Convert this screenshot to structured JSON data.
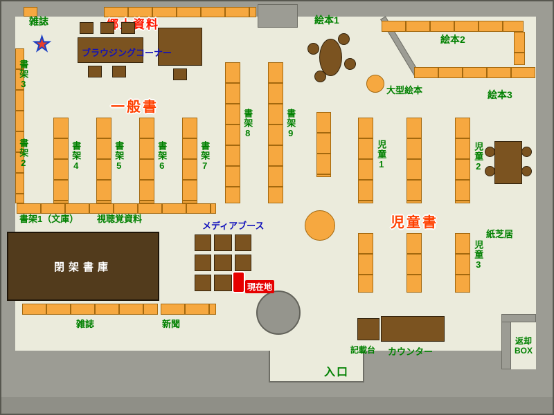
{
  "colors": {
    "floor": "#EBEBDC",
    "wall_gray": "#9c9c94",
    "shelf_orange": "#F6A840",
    "furniture_brown": "#7B5320",
    "closed_stack_brown": "#523B1C",
    "label_green": "#008000",
    "label_blue": "#1111bb",
    "label_red": "#ff1800",
    "area_red": "#ff4000",
    "marker_red": "#e60000"
  },
  "labels": {
    "magazine_top": "雑誌",
    "local_history": "郷土資料",
    "browsing_corner": "ブラウジングコーナー",
    "general_books": "一般書",
    "shelf3": "書架3",
    "shelf2": "書架2",
    "shelf4": "書架4",
    "shelf5": "書架5",
    "shelf6": "書架6",
    "shelf7": "書架7",
    "shelf8": "書架8",
    "shelf9": "書架9",
    "shelf1_bunko": "書架1（文庫）",
    "av_materials": "視聴覚資料",
    "closed_stacks": "閉架書庫",
    "magazine_bottom": "雑誌",
    "newspaper": "新聞",
    "media_booth": "メディアブース",
    "current_location": "現在地",
    "ehon1": "絵本1",
    "ehon2": "絵本2",
    "ehon3": "絵本3",
    "large_ehon": "大型絵本",
    "jido1": "児童1",
    "jido2": "児童2",
    "jido3": "児童3",
    "children_books": "児童書",
    "kamishibai": "紙芝居",
    "kisaidai": "記載台",
    "counter": "カウンター",
    "entrance": "入口",
    "return_box_1": "返却",
    "return_box_2": "BOX"
  }
}
